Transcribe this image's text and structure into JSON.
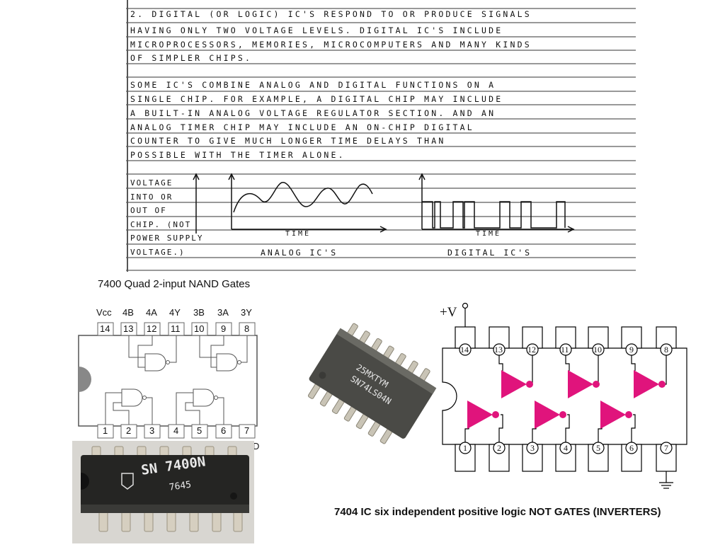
{
  "notes": {
    "paragraph1": [
      "2. DIGITAL (OR LOGIC) IC'S RESPOND TO OR PRODUCE SIGNALS",
      "HAVING ONLY TWO VOLTAGE LEVELS. DIGITAL IC'S INCLUDE",
      "MICROPROCESSORS, MEMORIES, MICROCOMPUTERS AND MANY KINDS",
      "OF SIMPLER CHIPS."
    ],
    "paragraph2": [
      "SOME IC'S COMBINE ANALOG AND DIGITAL FUNCTIONS ON A",
      "SINGLE CHIP. FOR EXAMPLE, A DIGITAL CHIP MAY INCLUDE",
      "A BUILT-IN ANALOG VOLTAGE REGULATOR SECTION. AND AN",
      "ANALOG TIMER CHIP MAY INCLUDE AN ON-CHIP DIGITAL",
      "COUNTER TO GIVE MUCH LONGER TIME DELAYS THAN",
      "POSSIBLE WITH THE TIMER ALONE."
    ],
    "voltage_label": [
      "VOLTAGE",
      "INTO OR",
      "OUT OF",
      "CHIP. (NOT",
      "POWER SUPPLY",
      "VOLTAGE.)"
    ],
    "analog_time_label": "TIME",
    "digital_time_label": "TIME",
    "analog_caption": "ANALOG IC'S",
    "digital_caption": "DIGITAL IC'S"
  },
  "nand_diagram": {
    "title": "7400 Quad 2-input NAND Gates",
    "top_labels": [
      "Vcc",
      "4B",
      "4A",
      "4Y",
      "3B",
      "3A",
      "3Y"
    ],
    "top_pins": [
      "14",
      "13",
      "12",
      "11",
      "10",
      "9",
      "8"
    ],
    "bottom_pins": [
      "1",
      "2",
      "3",
      "4",
      "5",
      "6",
      "7"
    ],
    "partial_glyph": "D"
  },
  "chip_photo_1": {
    "line1": "25MXTYM",
    "line2": "SN74LS04N"
  },
  "chip_photo_2": {
    "line1": "SN 7400N",
    "line2": "7645"
  },
  "inverter_diagram": {
    "supply_label": "+V",
    "top_pins": [
      "14",
      "13",
      "12",
      "11",
      "10",
      "9",
      "8"
    ],
    "bottom_pins": [
      "1",
      "2",
      "3",
      "4",
      "5",
      "6",
      "7"
    ],
    "gate_color": "#e0147c",
    "caption": "7404 IC six independent positive logic NOT GATES (INVERTERS)"
  }
}
